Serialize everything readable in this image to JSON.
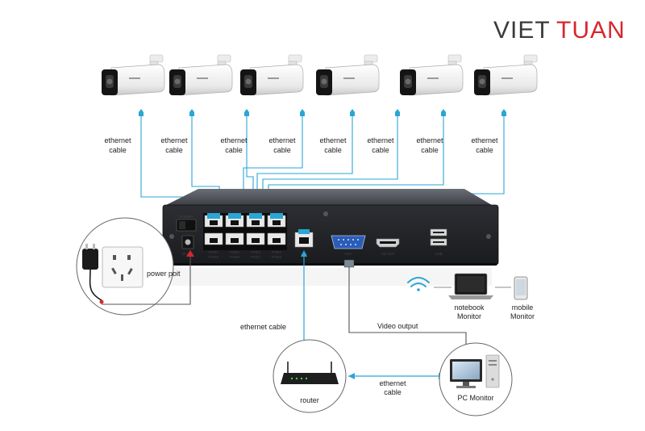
{
  "brand": {
    "part1": "VIET",
    "part2": "TUAN",
    "accent_color": "#d8262d"
  },
  "cable_color": "#2aa6d6",
  "cameras": [
    {
      "label_line1": "ethernet",
      "label_line2": "cable"
    },
    {
      "label_line1": "ethernet",
      "label_line2": "cable"
    },
    {
      "label_line1": "ethernet",
      "label_line2": "cable"
    },
    {
      "label_line1": "ethernet",
      "label_line2": "cable"
    },
    {
      "label_line1": "ethernet",
      "label_line2": "cable"
    },
    {
      "label_line1": "ethernet",
      "label_line2": "cable"
    },
    {
      "label_line1": "ethernet",
      "label_line2": "cable"
    },
    {
      "label_line1": "ethernet",
      "label_line2": "cable"
    }
  ],
  "nvr": {
    "power_label": "POWER",
    "dc_label": "DC48V",
    "poe_top": [
      "POE1",
      "POE2",
      "POE3",
      "POE4"
    ],
    "poe_bottom": [
      "POE5",
      "POE6",
      "POE7",
      "POE8"
    ],
    "lan_label": "LAN",
    "vga_label": "VGA",
    "hdout_label": "HD OUT",
    "usb_label": "USB"
  },
  "devices": {
    "power_outlet": "power poit",
    "notebook_line1": "notebook",
    "notebook_line2": "Monitor",
    "mobile_line1": "mobile",
    "mobile_line2": "Monitor",
    "router": "router",
    "pc_monitor": "PC Monitor"
  },
  "links": {
    "router_cable": "ethernet cable",
    "video_output": "Video output",
    "router_pc_line1": "ethernet",
    "router_pc_line2": "cable"
  }
}
